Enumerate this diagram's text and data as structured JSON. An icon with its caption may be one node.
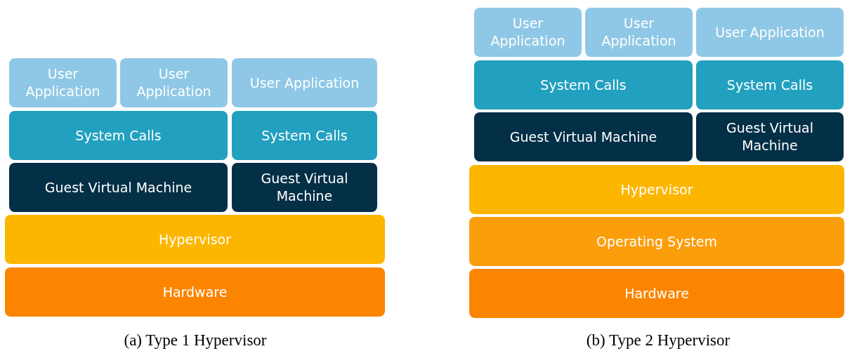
{
  "diagram": {
    "nodes": [
      {
        "text": [
          "User Application"
        ]
      },
      {
        "text": [
          "User Application"
        ]
      },
      {
        "text": [
          "User Application"
        ]
      },
      {
        "text": [
          "System Calls"
        ]
      },
      {
        "text": [
          "System Calls"
        ]
      },
      {
        "text": [
          "Guest Virtual Machine"
        ]
      },
      {
        "text": [
          "Guest Virtual Machine"
        ]
      },
      {
        "text": [
          "Hypervisor"
        ]
      },
      {
        "text": [
          "Hardware"
        ]
      },
      {
        "text": [
          "User Application"
        ]
      },
      {
        "text": [
          "User Application"
        ]
      },
      {
        "text": [
          "User Application"
        ]
      },
      {
        "text": [
          "System Calls"
        ]
      },
      {
        "text": [
          "System Calls"
        ]
      },
      {
        "text": [
          "Guest Virtual Machine"
        ]
      },
      {
        "text": [
          "Guest Virtual Machine"
        ]
      },
      {
        "text": [
          "Hypervisor"
        ]
      },
      {
        "text": [
          "Operating System"
        ]
      },
      {
        "text": [
          "Hardware"
        ]
      }
    ],
    "edges": [],
    "labels": [
      "(a) Type 1 Hypervisor",
      "(b) Type 2 Hypervisor"
    ]
  }
}
